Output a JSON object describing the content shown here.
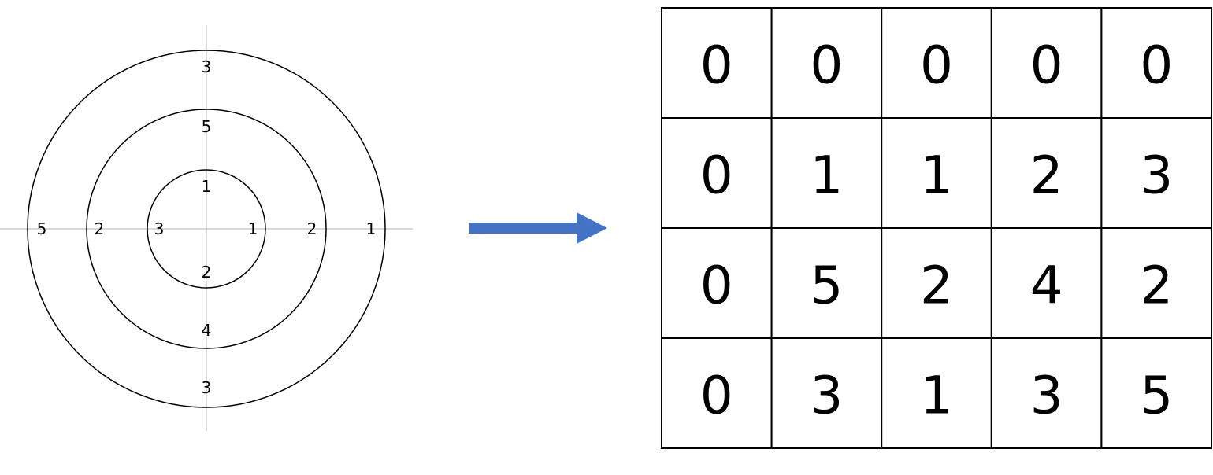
{
  "polar_diagram": {
    "rings": [
      {
        "name": "inner",
        "top": "1",
        "right": "1",
        "bottom": "2",
        "left": "3"
      },
      {
        "name": "middle",
        "top": "5",
        "right": "2",
        "bottom": "4",
        "left": "2"
      },
      {
        "name": "outer",
        "top": "3",
        "right": "1",
        "bottom": "3",
        "left": "5"
      }
    ]
  },
  "arrow": {
    "color": "#4472C4"
  },
  "grid": {
    "rows": [
      [
        "0",
        "0",
        "0",
        "0",
        "0"
      ],
      [
        "0",
        "1",
        "1",
        "2",
        "3"
      ],
      [
        "0",
        "5",
        "2",
        "4",
        "2"
      ],
      [
        "0",
        "3",
        "1",
        "3",
        "5"
      ]
    ]
  }
}
